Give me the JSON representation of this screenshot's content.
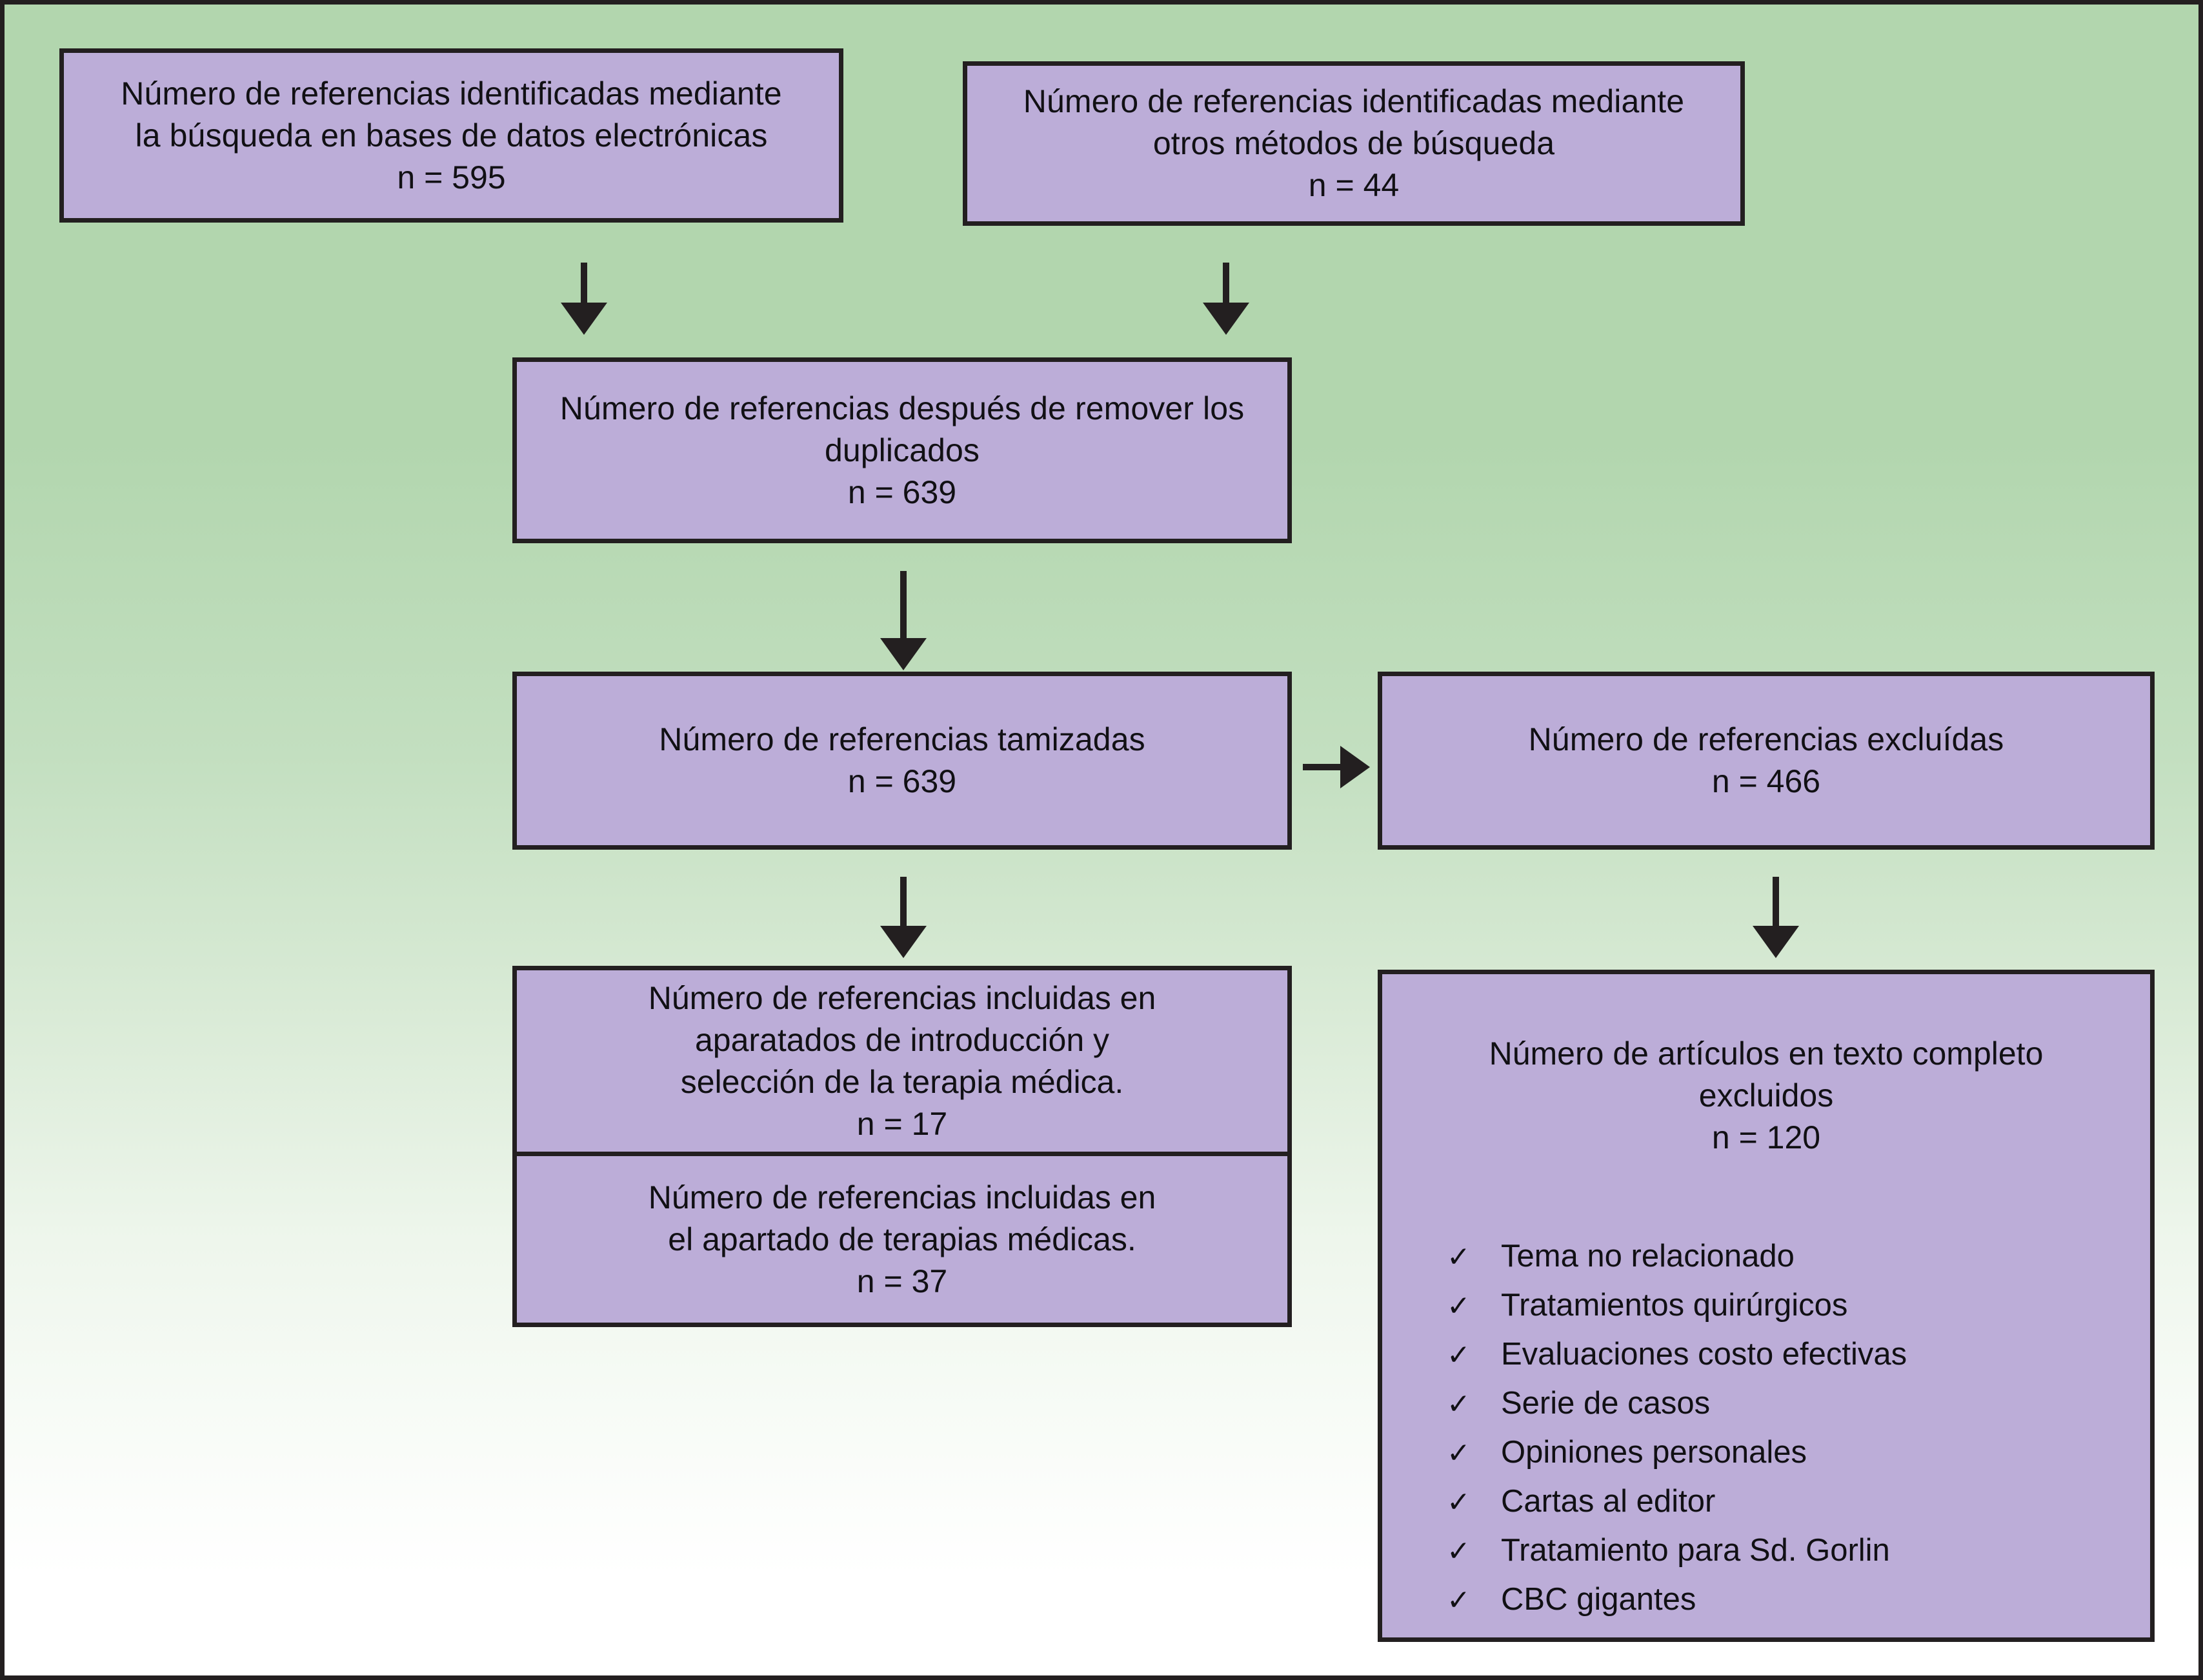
{
  "diagram": {
    "type": "prisma-flow-diagram",
    "language": "es",
    "colors": {
      "box_fill": "#bcadd8",
      "box_border": "#231f20",
      "background_top": "#b2d6ae",
      "background_bottom": "#ffffff",
      "text": "#111014"
    },
    "boxes": {
      "identified_databases": {
        "text": "Número de referencias identificadas mediante\nla búsqueda en bases de datos electrónicas",
        "count": "n = 595"
      },
      "identified_other": {
        "text": "Número de referencias identificadas mediante\notros métodos de búsqueda",
        "count": "n = 44"
      },
      "after_duplicates": {
        "text": "Número de referencias después de remover los\nduplicados",
        "count": "n = 639"
      },
      "screened": {
        "text": "Número de referencias tamizadas",
        "count": "n = 639"
      },
      "excluded_refs": {
        "text": "Número de referencias excluídas",
        "count": "n = 466"
      },
      "included_intro": {
        "text": "Número de referencias incluidas en\naparatados de  introducción y\nselección de la terapia médica.",
        "count": "n = 17"
      },
      "included_therapies": {
        "text": "Número de referencias incluidas en\nel apartado de terapias médicas.",
        "count": "n = 37"
      },
      "fulltext_excluded": {
        "text": "Número de artículos en texto completo\nexcluidos",
        "count": "n = 120",
        "reasons": [
          "Tema no relacionado",
          "Tratamientos quirúrgicos",
          "Evaluaciones costo efectivas",
          "Serie de casos",
          "Opiniones personales",
          "Cartas al editor",
          "Tratamiento para Sd. Gorlin",
          "CBC gigantes"
        ],
        "bullet_glyph": "✓"
      }
    }
  }
}
